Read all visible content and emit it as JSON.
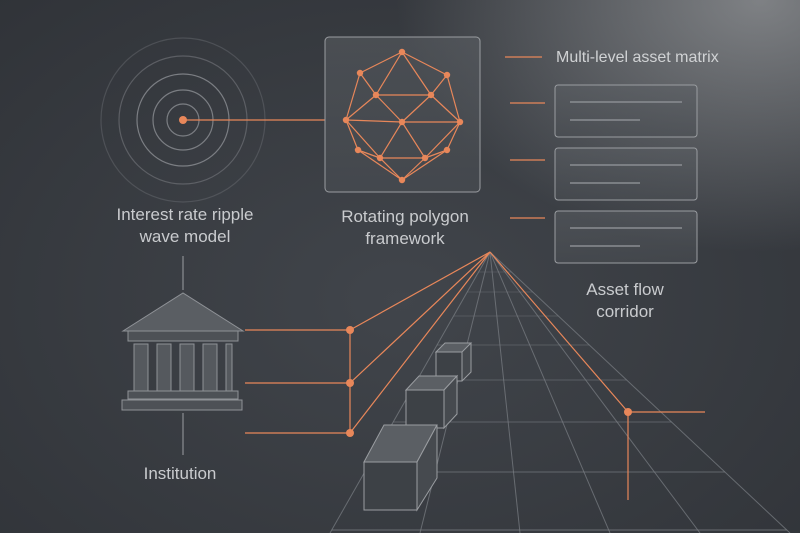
{
  "labels": {
    "ripple": [
      "Interest rate ripple",
      "wave model"
    ],
    "polygon": [
      "Rotating polygon",
      "framework"
    ],
    "matrix": "Multi-level asset matrix",
    "corridor": [
      "Asset flow",
      "corridor"
    ],
    "institution": "Institution"
  },
  "colors": {
    "accent": "#e8875a",
    "line": "#8b8e93",
    "panel_border": "#9a9da1"
  },
  "icons": [
    "ripple-wave-icon",
    "polygon-framework-icon",
    "institution-icon",
    "asset-matrix-card-icon",
    "asset-block-icon"
  ]
}
